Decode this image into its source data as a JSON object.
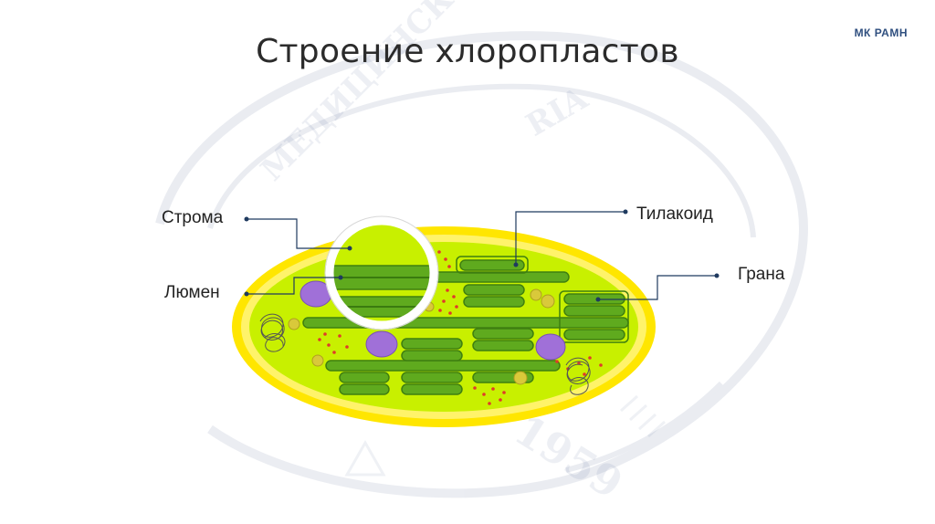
{
  "slide": {
    "title": "Строение хлоропластов",
    "brand": "МК РАМН"
  },
  "labels": {
    "stroma": "Строма",
    "lumen": "Люмен",
    "thylakoid": "Тилакоид",
    "granum": "Грана"
  },
  "colors": {
    "envelope": "#ffe600",
    "stroma": "#c8f000",
    "thylakoid": "#5faa1e",
    "starch": "#a070d8",
    "lipid_droplet": "#d9c93a",
    "ribosome": "#e03a2a",
    "leader_line": "#1f3a5f"
  },
  "watermark": {
    "seal_text": "МЕДИЦИНСКИЙ КОЛЛЕДЖ",
    "year": "1959",
    "latin": "RIA"
  }
}
